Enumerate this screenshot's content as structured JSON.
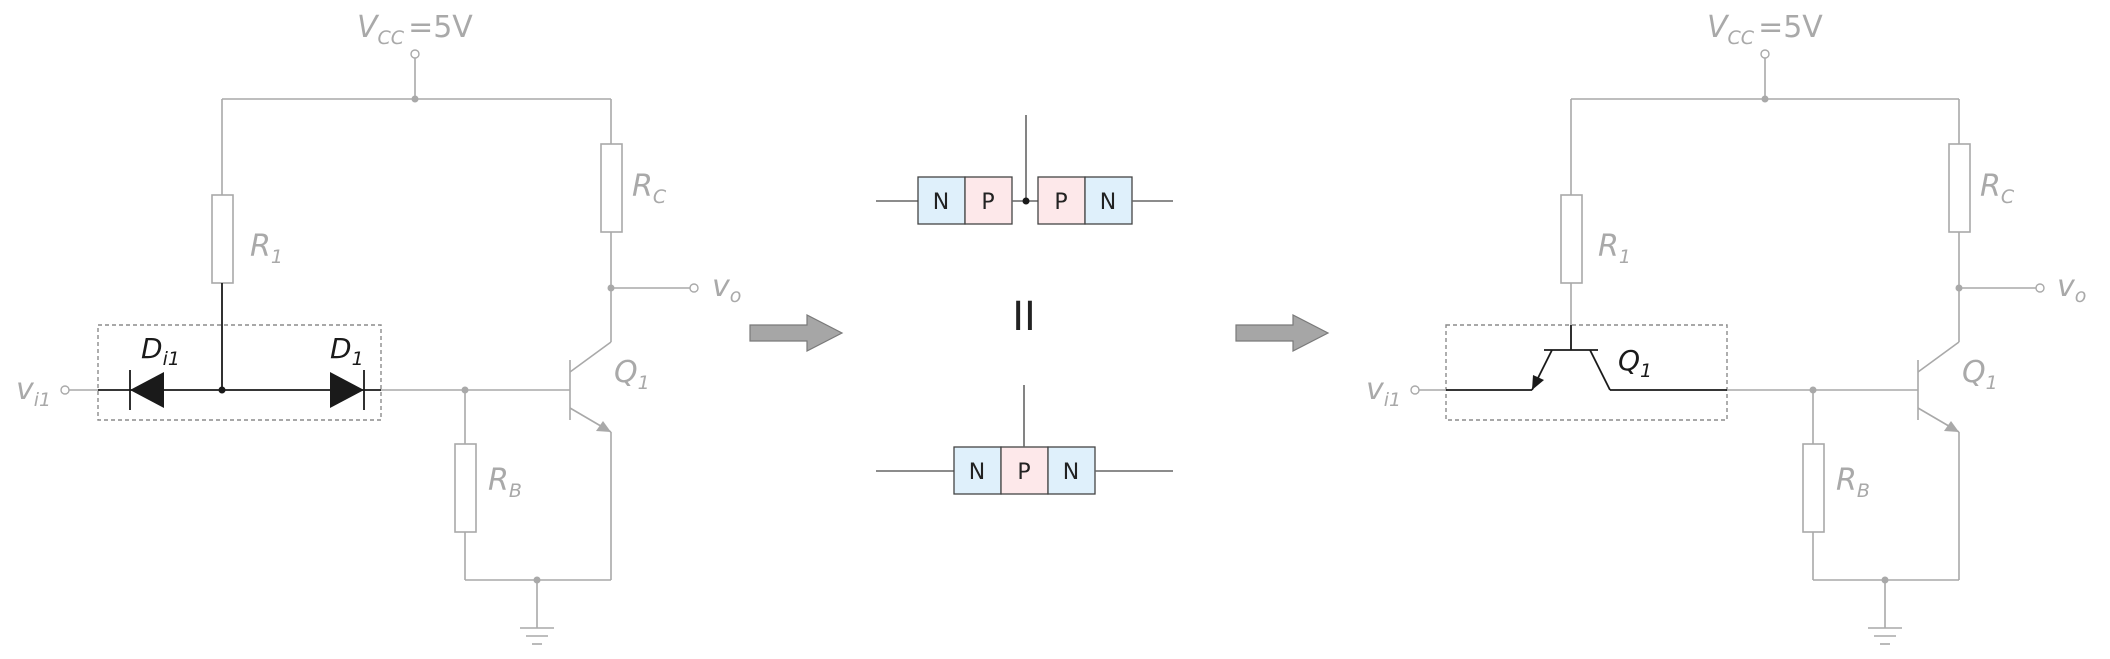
{
  "left_circuit": {
    "supply_main": "V",
    "supply_sub": "CC",
    "supply_value": "=5V",
    "r1_main": "R",
    "r1_sub": "1",
    "rc_main": "R",
    "rc_sub": "C",
    "rb_main": "R",
    "rb_sub": "B",
    "vo_main": "v",
    "vo_sub": "o",
    "vi_main": "v",
    "vi_sub": "i1",
    "q1_main": "Q",
    "q1_sub": "1",
    "di1_main": "D",
    "di1_sub": "i1",
    "d1_main": "D",
    "d1_sub": "1"
  },
  "middle": {
    "two_diodes": [
      "N",
      "P",
      "P",
      "N"
    ],
    "transistor": [
      "N",
      "P",
      "N"
    ],
    "equals_symbol": "II"
  },
  "right_circuit": {
    "supply_main": "V",
    "supply_sub": "CC",
    "supply_value": "=5V",
    "r1_main": "R",
    "r1_sub": "1",
    "rc_main": "R",
    "rc_sub": "C",
    "rb_main": "R",
    "rb_sub": "B",
    "vo_main": "v",
    "vo_sub": "o",
    "vi_main": "v",
    "vi_sub": "i1",
    "q1_main": "Q",
    "q1_sub": "1",
    "qin_main": "Q",
    "qin_sub": "1"
  },
  "colors": {
    "wire": "#a9a9a9",
    "n_region": "#dff0fb",
    "p_region": "#fde8ea",
    "arrow": "#a6a6a6"
  }
}
